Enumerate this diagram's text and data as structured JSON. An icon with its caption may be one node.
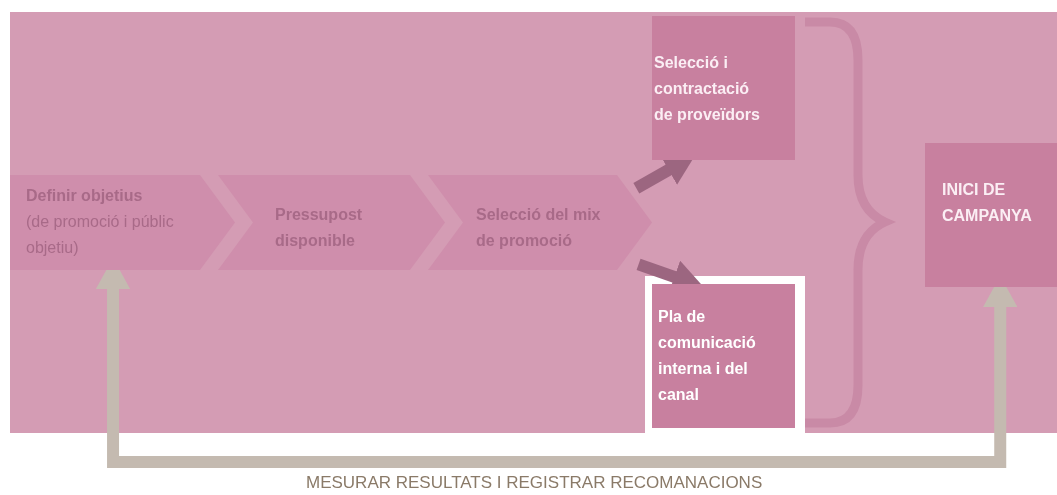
{
  "diagram": {
    "nodes": [
      {
        "text": [
          "Definir objetius",
          "(de promoció i públic objetiu)"
        ]
      },
      {
        "text": [
          "Pressupost disponible"
        ]
      },
      {
        "text": [
          "Selecció del mix de promoció"
        ]
      },
      {
        "text": [
          "Selecció i contractació de proveïdors"
        ]
      },
      {
        "text": [
          "Pla de comunicació interna i del canal"
        ]
      },
      {
        "text": [
          "INICI DE CAMPANYA"
        ]
      }
    ],
    "edges": [
      {
        "from": 2,
        "to": 3,
        "arrow": "to",
        "color": "#9c6680"
      },
      {
        "from": 2,
        "to": 4,
        "arrow": "to",
        "color": "#9c6680"
      },
      {
        "from": 5,
        "to": 0,
        "arrow": "both",
        "label": "MESURAR RESULTATS I REGISTRAR RECOMANACIONS",
        "color": "#c4bab0"
      }
    ]
  }
}
